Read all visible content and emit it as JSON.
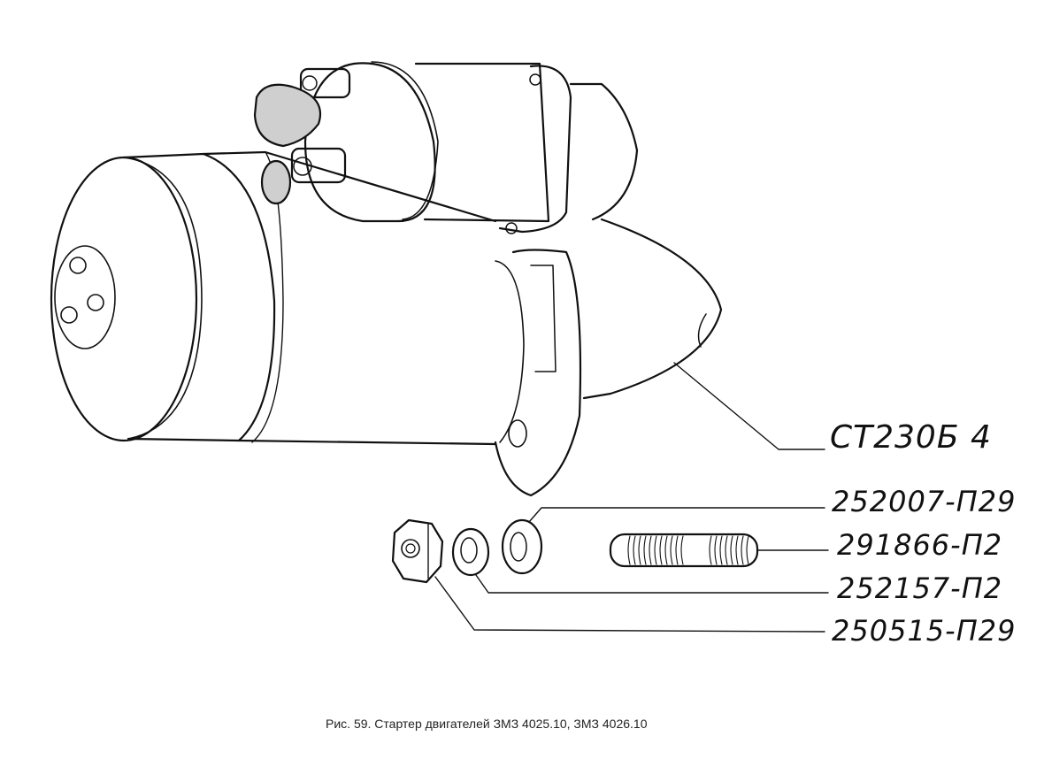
{
  "figure": {
    "caption": "Рис. 59. Стартер двигателей ЗМЗ 4025.10, ЗМЗ 4026.10",
    "assembly_label": "СТ230Б 4",
    "parts": [
      {
        "number": "252007-П29",
        "description_icon": "flat-washer"
      },
      {
        "number": "291866-П2",
        "description_icon": "threaded-stud"
      },
      {
        "number": "252157-П2",
        "description_icon": "spring-washer"
      },
      {
        "number": "250515-П29",
        "description_icon": "hex-nut"
      }
    ]
  },
  "colors": {
    "ink": "#111111",
    "paper": "#ffffff"
  }
}
